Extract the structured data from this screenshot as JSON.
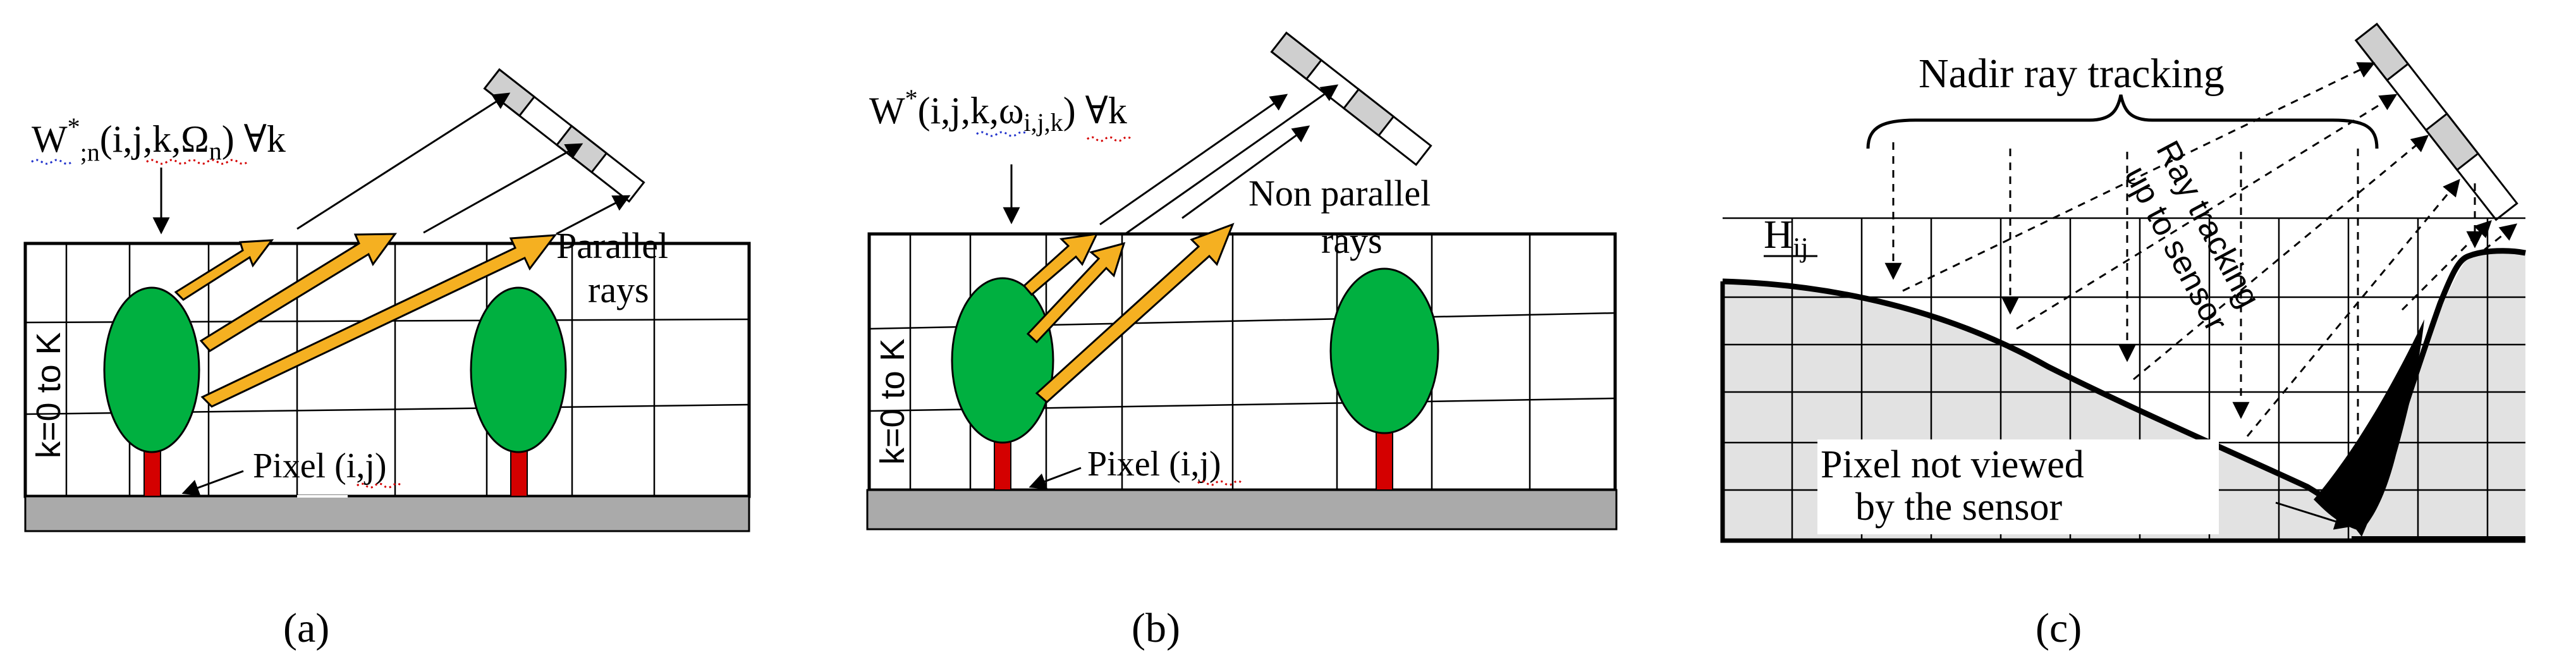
{
  "panel_a": {
    "formula_w": "W",
    "formula_sup": "*",
    "formula_sub": ";n",
    "formula_args": "(i,j,k,Ω",
    "formula_args_sub": "n",
    "formula_tail": ") ∀k",
    "layer_label": "k=0 to K",
    "pixel_label": "Pixel (i,j)",
    "rays_label_line1": "Parallel",
    "rays_label_line2": "rays",
    "caption": "(a)"
  },
  "panel_b": {
    "formula_w": "W",
    "formula_sup": "*",
    "formula_args": "(i,j,k,ω",
    "formula_args_sub": "i,j,k",
    "formula_tail": ") ∀k",
    "layer_label": "k=0 to K",
    "pixel_label": "Pixel (i,j)",
    "rays_label_line1": "Non parallel",
    "rays_label_line2": "rays",
    "caption": "(b)"
  },
  "panel_c": {
    "title": "Nadir ray tracking",
    "height_label": "H",
    "height_label_sub": "ij",
    "ray_label_line1": "Ray tracking",
    "ray_label_line2": "up to sensor",
    "hidden_label_line1": "Pixel not viewed",
    "hidden_label_line2": "by the sensor",
    "caption": "(c)"
  }
}
